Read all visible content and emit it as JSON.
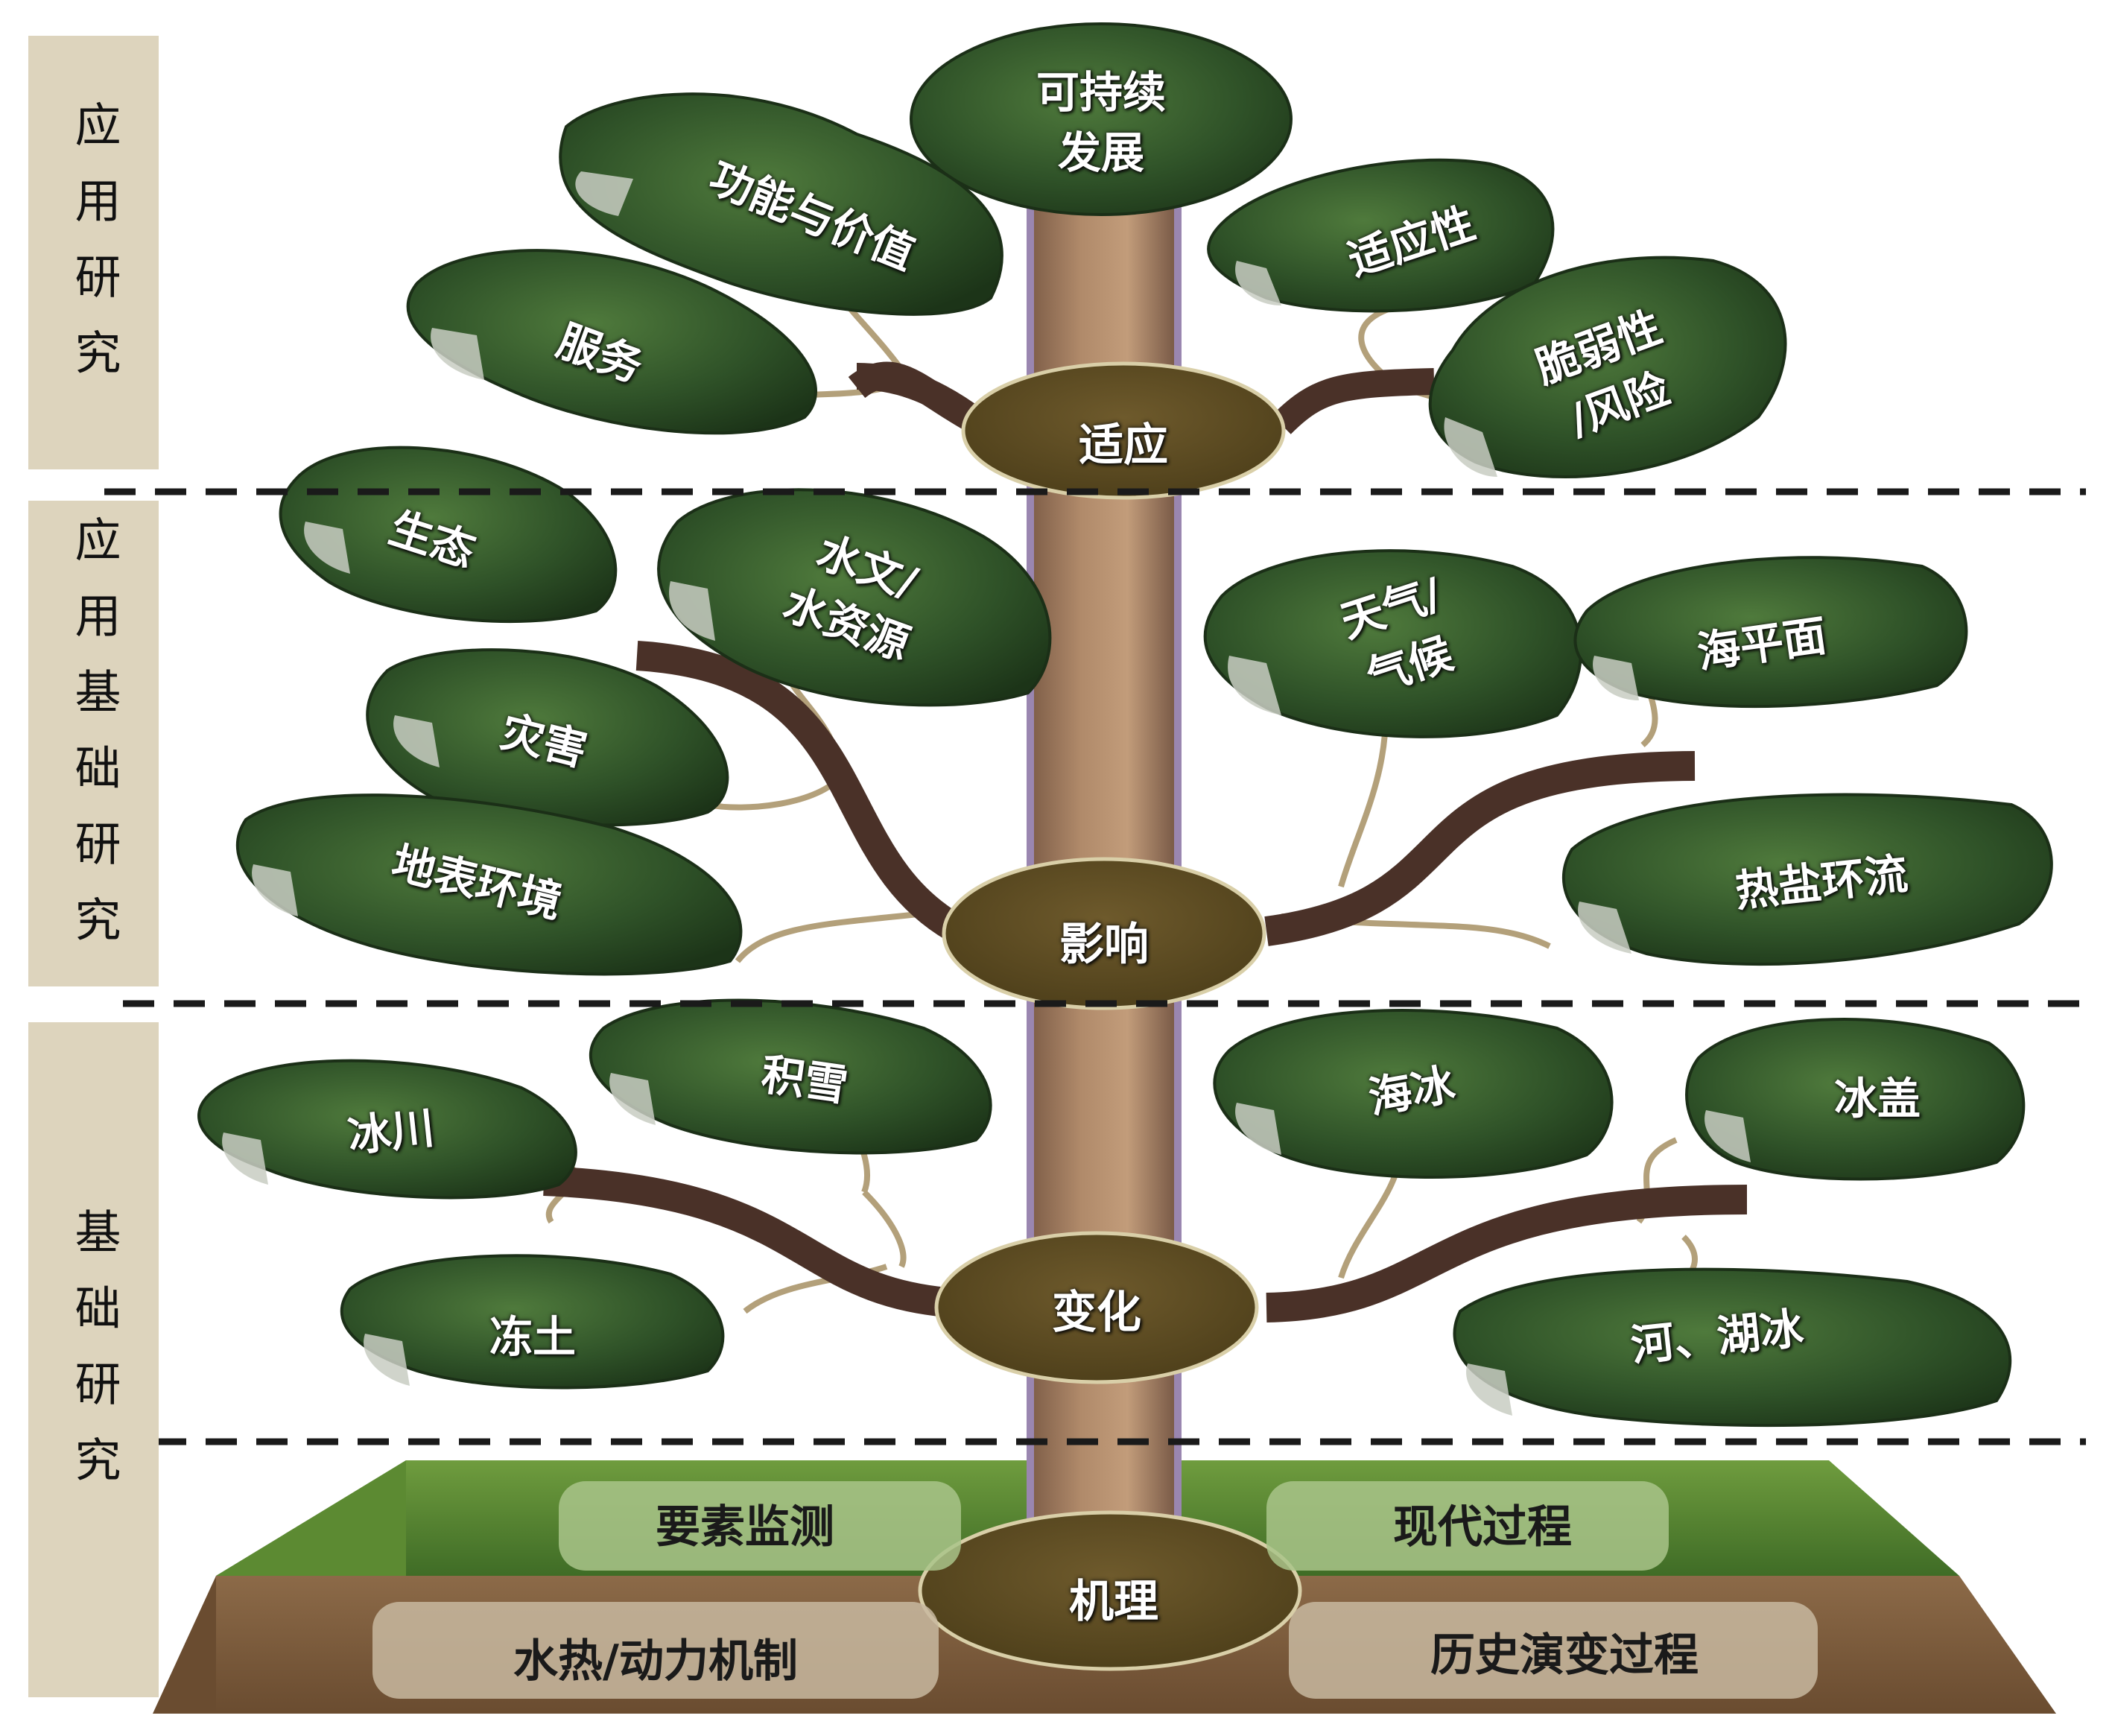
{
  "sidebar": [
    {
      "label": "应用研究"
    },
    {
      "label": "应用基础研究"
    },
    {
      "label": "基础研究"
    }
  ],
  "top_goal": "可持续\n发展",
  "nodes": {
    "adapt": "适应",
    "impact": "影响",
    "change": "变化",
    "mechanism": "机理"
  },
  "leaves": {
    "function_value": "功能与价值",
    "service": "服务",
    "adaptability": "适应性",
    "vulnerability": "脆弱性\n/风险",
    "ecology": "生态",
    "hydrology": "水文/\n水资源",
    "disaster": "灾害",
    "surface": "地表环境",
    "weather": "天气/\n气候",
    "sea_level": "海平面",
    "thermohaline": "热盐环流",
    "snow": "积雪",
    "glacier": "冰川",
    "frozen_soil": "冻土",
    "sea_ice": "海冰",
    "ice_sheet": "冰盖",
    "river_lake_ice": "河、湖冰"
  },
  "ground": {
    "monitoring": "要素监测",
    "modern_process": "现代过程",
    "hydrothermal": "水热/动力机制",
    "history": "历史演变过程"
  },
  "colors": {
    "leaf": "#2c4a25",
    "branch": "#4a3128",
    "trunk": "#a57e60",
    "node": "#5a4a21",
    "sidebar": "#ddd4bd",
    "soil": "#7a5a3c",
    "grass": "#5a8a33"
  }
}
